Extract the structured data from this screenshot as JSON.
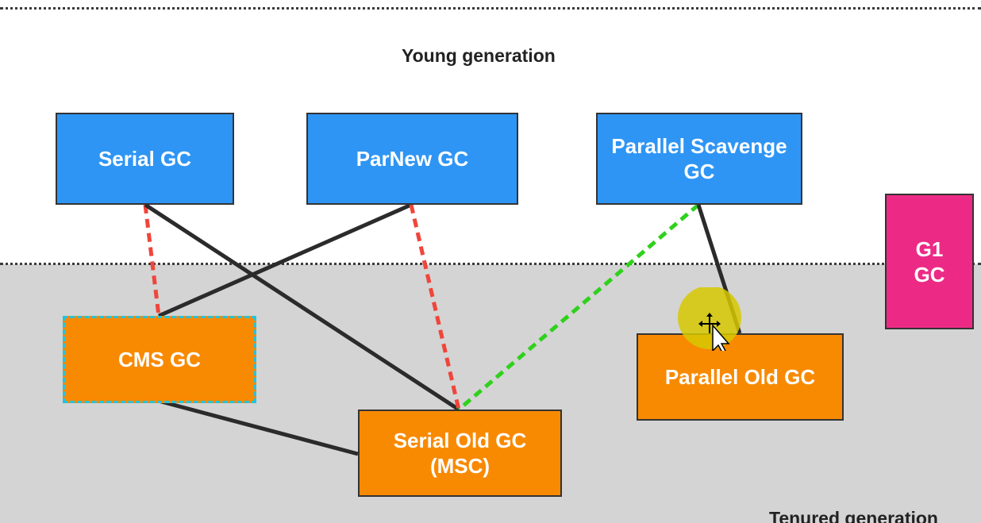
{
  "regions": {
    "young_label": "Young generation",
    "tenured_label": "Tenured generation"
  },
  "collectors": {
    "serial": {
      "line1": "Serial GC"
    },
    "parnew": {
      "line1": "ParNew GC"
    },
    "parallel_scavenge": {
      "line1": "Parallel Scavenge",
      "line2": "GC"
    },
    "g1": {
      "line1": "G1",
      "line2": "GC"
    },
    "cms": {
      "line1": "CMS GC"
    },
    "serial_old": {
      "line1": "Serial Old GC",
      "line2": "(MSC)"
    },
    "parallel_old": {
      "line1": "Parallel Old GC"
    }
  },
  "connections": [
    {
      "from": "serial",
      "to": "cms",
      "style": "red-dashed"
    },
    {
      "from": "serial",
      "to": "serial_old",
      "style": "solid"
    },
    {
      "from": "parnew",
      "to": "cms",
      "style": "solid"
    },
    {
      "from": "parnew",
      "to": "serial_old",
      "style": "red-dashed"
    },
    {
      "from": "parallel_scavenge",
      "to": "serial_old",
      "style": "green-dashed"
    },
    {
      "from": "parallel_scavenge",
      "to": "parallel_old",
      "style": "solid"
    },
    {
      "from": "cms",
      "to": "serial_old",
      "style": "solid"
    }
  ],
  "colors": {
    "young_box": "#2e95f5",
    "tenured_box": "#f88a02",
    "g1_box": "#ec2a86",
    "tenured_background": "#d4d4d4",
    "solid_line": "#2b2b2b",
    "red_dashed": "#f0453a",
    "green_dashed": "#2fd11c",
    "cms_border": "#27c2d9"
  }
}
